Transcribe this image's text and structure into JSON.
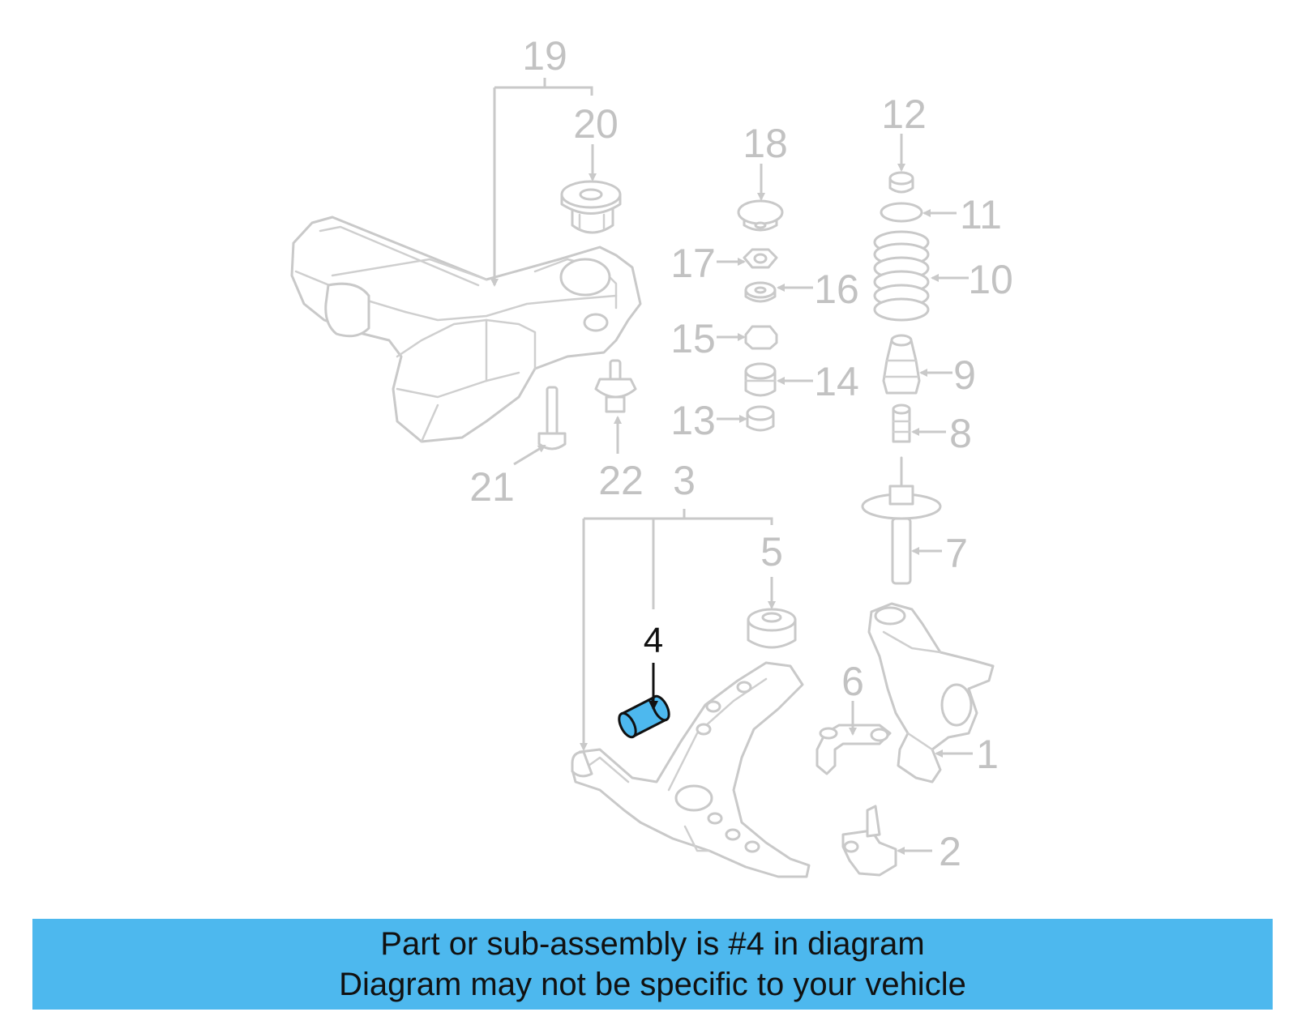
{
  "colors": {
    "line": "#c9c9c9",
    "label": "#c2c2c2",
    "highlight_fill": "#4db8ee",
    "highlight_stroke": "#111111",
    "banner": "#4db8ee"
  },
  "callouts": [
    {
      "id": "1",
      "text": "1"
    },
    {
      "id": "2",
      "text": "2"
    },
    {
      "id": "3",
      "text": "3"
    },
    {
      "id": "4",
      "text": "4"
    },
    {
      "id": "5",
      "text": "5"
    },
    {
      "id": "6",
      "text": "6"
    },
    {
      "id": "7",
      "text": "7"
    },
    {
      "id": "8",
      "text": "8"
    },
    {
      "id": "9",
      "text": "9"
    },
    {
      "id": "10",
      "text": "10"
    },
    {
      "id": "11",
      "text": "11"
    },
    {
      "id": "12",
      "text": "12"
    },
    {
      "id": "13",
      "text": "13"
    },
    {
      "id": "14",
      "text": "14"
    },
    {
      "id": "15",
      "text": "15"
    },
    {
      "id": "16",
      "text": "16"
    },
    {
      "id": "17",
      "text": "17"
    },
    {
      "id": "18",
      "text": "18"
    },
    {
      "id": "19",
      "text": "19"
    },
    {
      "id": "20",
      "text": "20"
    },
    {
      "id": "21",
      "text": "21"
    },
    {
      "id": "22",
      "text": "22"
    }
  ],
  "highlighted_part": "4",
  "banner": {
    "line1": "Part or sub-assembly is #4 in diagram",
    "line2": "Diagram may not be specific to your vehicle"
  }
}
